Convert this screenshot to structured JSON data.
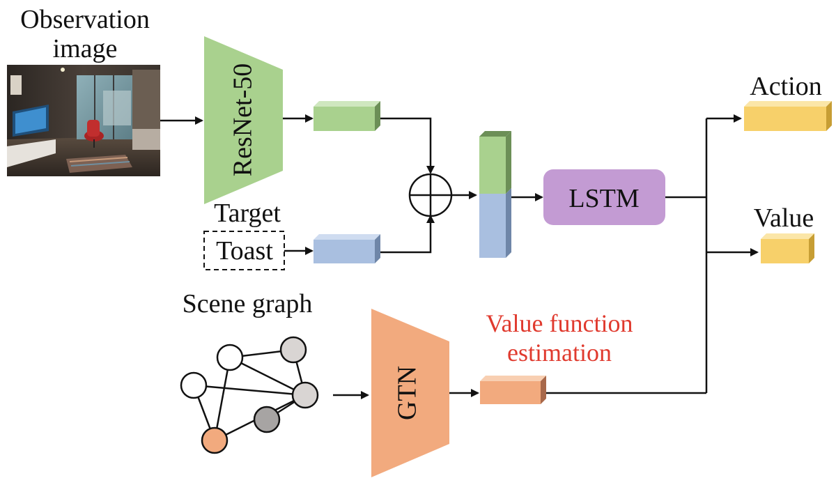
{
  "labels": {
    "observation_line1": "Observation",
    "observation_line2": "image",
    "resnet": "ResNet-50",
    "target_heading": "Target",
    "target_object": "Toast",
    "lstm": "LSTM",
    "action": "Action",
    "value": "Value",
    "scene_graph": "Scene graph",
    "gtn": "GTN",
    "value_fn_line1": "Value function",
    "value_fn_line2": "estimation"
  },
  "colors": {
    "resnet_trapezoid": "#a9d18e",
    "feature_green": "#a9d18e",
    "feature_blue": "#a9bfe0",
    "lstm_box": "#c39bd3",
    "output_yellow": "#f7d06a",
    "gtn_trapezoid": "#f2aa7e",
    "feature_orange": "#f2aa7e",
    "graph_node_white": "#ffffff",
    "graph_node_light_gray": "#d9d5d3",
    "graph_node_dark_gray": "#a7a4a3",
    "graph_node_orange": "#f2aa7e",
    "value_fn_text": "#e03a2e"
  },
  "icons": {
    "concat": "circle-plus-icon",
    "observation": "room-photo"
  }
}
